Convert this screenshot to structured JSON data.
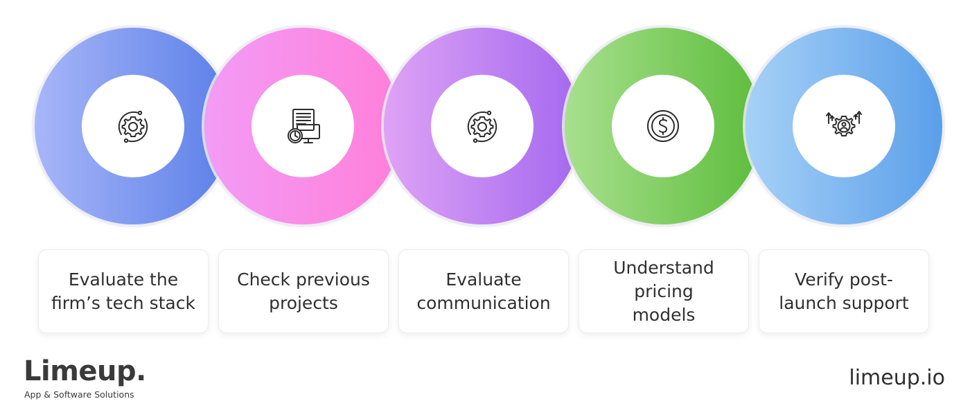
{
  "steps": [
    {
      "label": "Evaluate the firm’s tech stack",
      "icon": "gear-cycle-icon",
      "gradient": [
        "#a7b6f8",
        "#5b7fe8"
      ]
    },
    {
      "label": "Check previous projects",
      "icon": "document-clock-icon",
      "gradient": [
        "#f39cf6",
        "#ff7fd9"
      ]
    },
    {
      "label": "Evaluate communication",
      "icon": "gear-cycle-icon",
      "gradient": [
        "#dea3f5",
        "#a468ef"
      ]
    },
    {
      "label": "Understand pricing models",
      "icon": "dollar-coin-icon",
      "gradient": [
        "#a8e08e",
        "#5dbd3c"
      ]
    },
    {
      "label": "Verify post-launch support",
      "icon": "gear-user-arrows-icon",
      "gradient": [
        "#a6d1f7",
        "#5b9fea"
      ]
    }
  ],
  "brand": {
    "name": "Limeup.",
    "tagline": "App & Software Solutions",
    "website": "limeup.io"
  },
  "colors": {
    "text": "#2f2f2f",
    "icon_stroke": "#2c2c2c"
  }
}
